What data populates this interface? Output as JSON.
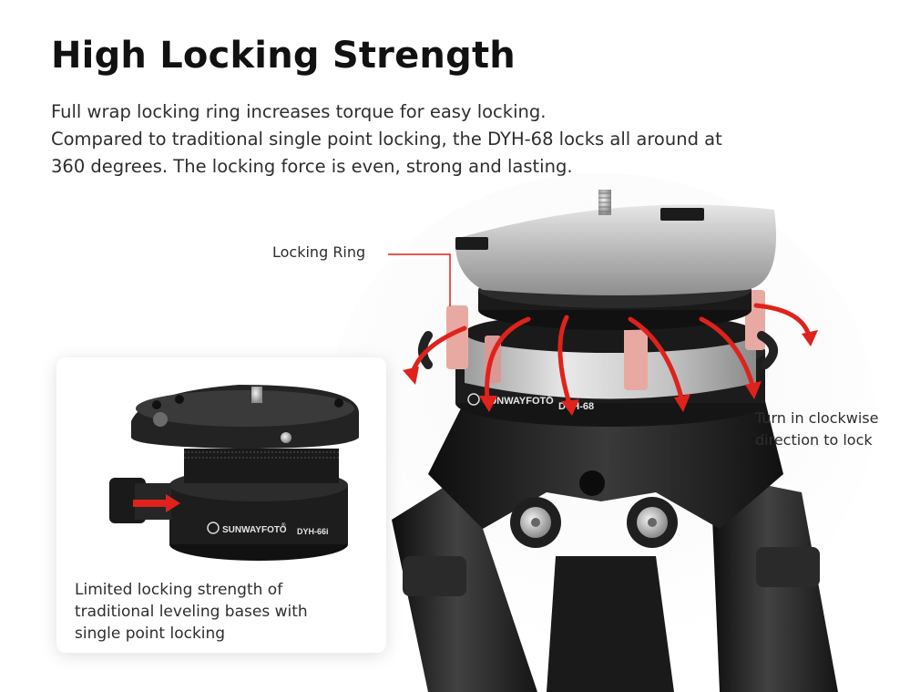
{
  "headline": "High Locking Strength",
  "description": {
    "line1": "Full wrap locking ring increases torque for easy locking.",
    "line2": "Compared to traditional single point locking, the DYH-68 locks all around at",
    "line3": "360 degrees. The locking force is even, strong and lasting."
  },
  "callouts": {
    "locking_ring": "Locking Ring",
    "turn_line1": "Turn in clockwise",
    "turn_line2": "direction to lock"
  },
  "product": {
    "brand": "SUNWAYFOTO",
    "registered_mark": "®",
    "model": "DYH-68"
  },
  "inset": {
    "brand": "SUNWAYFOTO",
    "registered_mark": "®",
    "model": "DYH-66i",
    "caption_line1": "Limited locking strength of",
    "caption_line2": "traditional leveling bases with",
    "caption_line3": "single point locking"
  },
  "colors": {
    "accent_red": "#e0221c",
    "arrow_pink": "#f1a7a1",
    "callout_line": "#e0221c",
    "metal_silver": "#bdbdbd",
    "body_black": "#1b1b1b"
  },
  "icons": {
    "rotation_arrows": "clockwise-rotation-arrows-icon",
    "single_point_arrow": "right-arrow-icon",
    "brand_logo": "sunwayfoto-logo-icon"
  }
}
